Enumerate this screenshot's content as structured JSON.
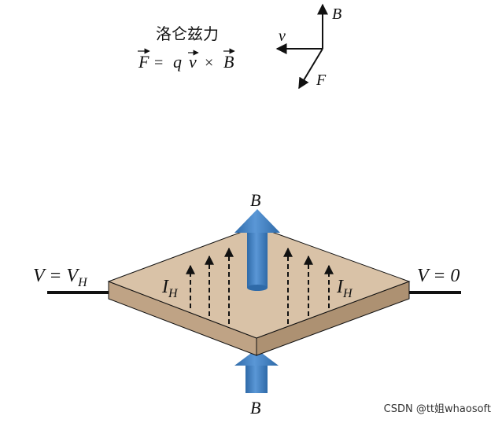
{
  "formula": {
    "title": "洛仑兹力",
    "lhs": "F",
    "equals": "=",
    "charge": "q",
    "velocity": "v",
    "times": "×",
    "field": "B"
  },
  "axes": {
    "b_label": "B",
    "v_label": "v",
    "f_label": "F"
  },
  "plate": {
    "b_top": "B",
    "b_bottom": "B",
    "current_left": "I",
    "current_left_sub": "H",
    "current_right": "I",
    "current_right_sub": "H",
    "left_voltage": "V = V",
    "left_voltage_sub": "H",
    "right_voltage": "V = 0"
  },
  "colors": {
    "plate_top": "#d9c2a7",
    "plate_side": "#bfa385",
    "field_arrow": "#4a86c5",
    "field_arrow_dark": "#2f6aa8"
  },
  "watermark": "CSDN @tt姐whaosoft"
}
